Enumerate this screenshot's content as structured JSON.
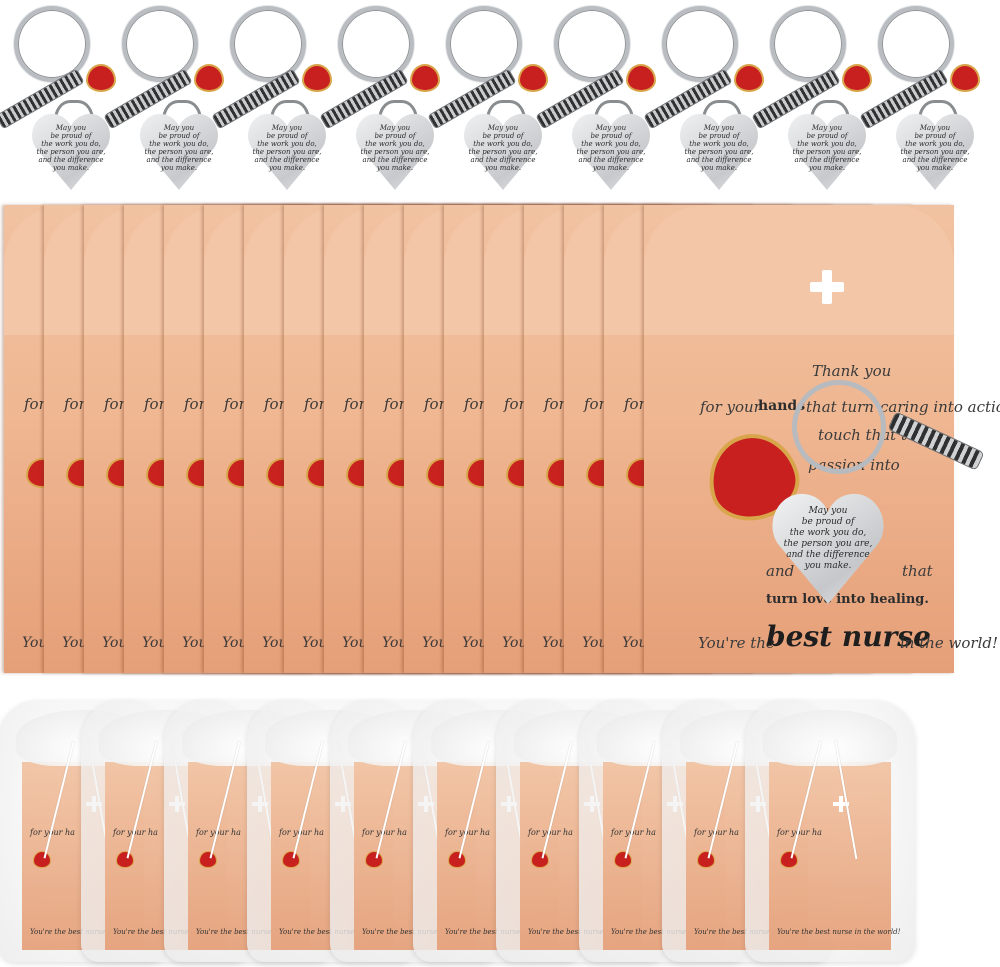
{
  "keychains": {
    "count": 9,
    "tag_lines": [
      "May you",
      "be proud of",
      "the work you do,",
      "the person you are,",
      "and the difference",
      "you make."
    ]
  },
  "cards": {
    "count": 17,
    "edge_text": "for your",
    "edge_footer": "You'",
    "front": {
      "title_line1": "Thank you",
      "line2_lead": "for your",
      "line2_mid": "hands",
      "line2_tail": "that turn",
      "line2_end": "caring into action,",
      "line3_a": "touch that turns",
      "line4": "passion into",
      "line5_a": "and",
      "line5_b": "that",
      "line6": "turn love into healing.",
      "footer_lead": "You're the",
      "footer_best": "best nurse",
      "footer_tail": "in the world!"
    }
  },
  "keychain_front": {
    "tag_lines": [
      "May you",
      "be proud of",
      "the work you do,",
      "the person you are,",
      "and the difference",
      "you make."
    ]
  },
  "bags": {
    "count": 10,
    "card_text": "for your ha",
    "card_footer": "You're the best nurse in the world!"
  },
  "colors": {
    "card_peach": "#efb792",
    "heart_red": "#c8201f",
    "gold_trim": "#d9a54a",
    "metal": "#b9bcc0"
  }
}
